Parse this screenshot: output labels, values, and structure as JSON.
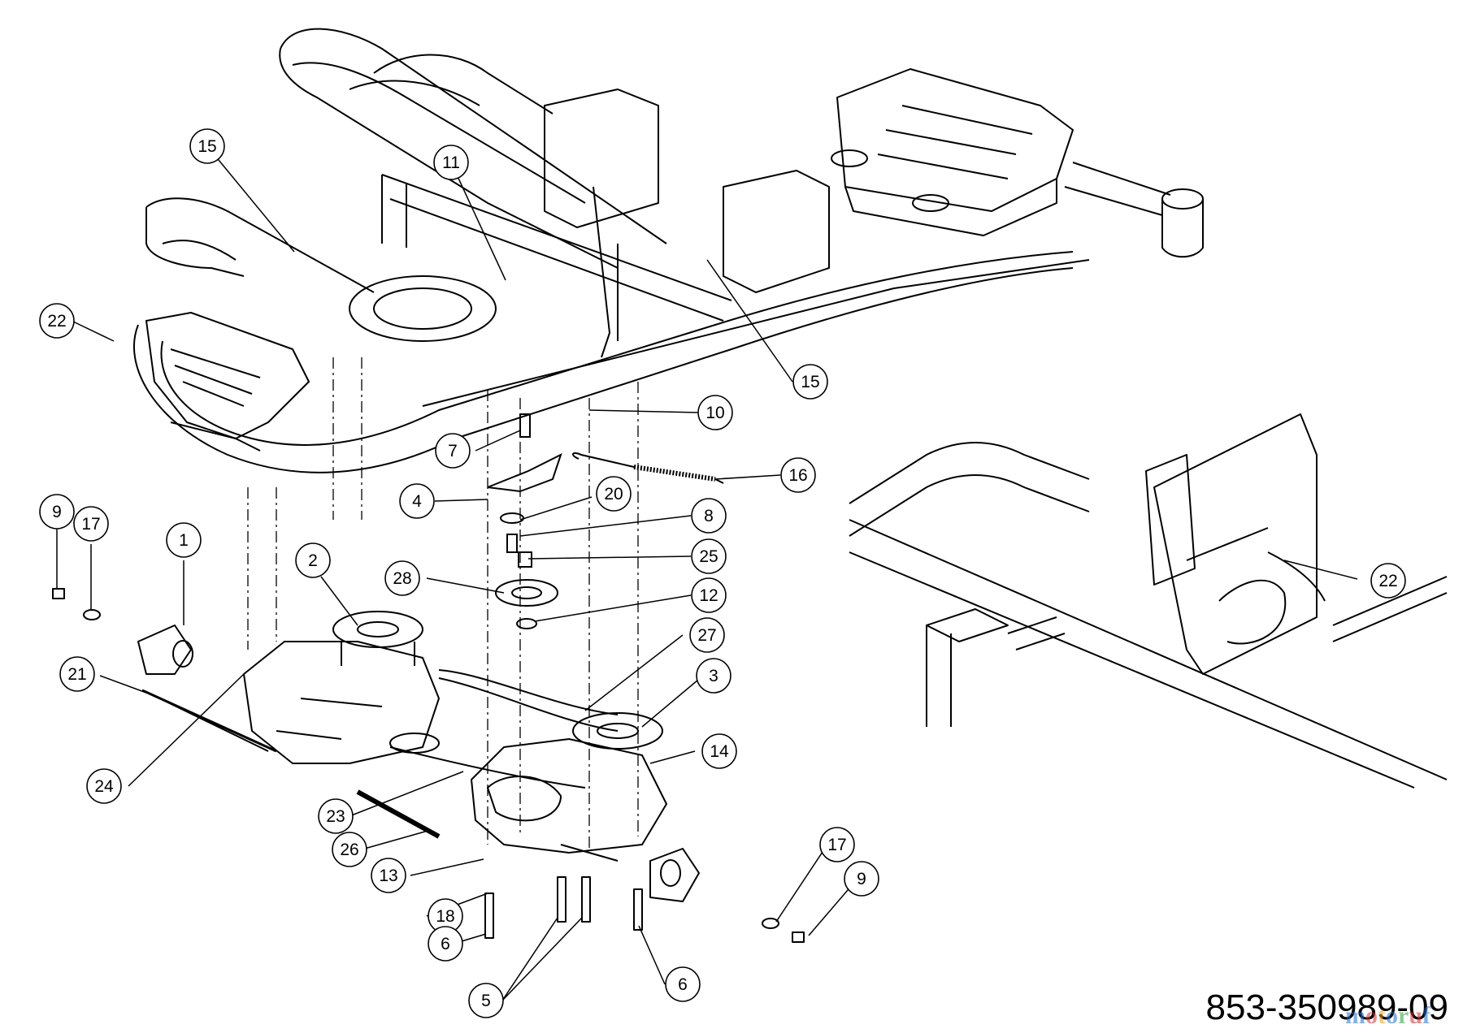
{
  "part_number": "853-350989-09",
  "watermark": "motoruf",
  "callouts": [
    {
      "label": "15"
    },
    {
      "label": "11"
    },
    {
      "label": "22"
    },
    {
      "label": "15"
    },
    {
      "label": "10"
    },
    {
      "label": "7"
    },
    {
      "label": "16"
    },
    {
      "label": "4"
    },
    {
      "label": "20"
    },
    {
      "label": "8"
    },
    {
      "label": "25"
    },
    {
      "label": "28"
    },
    {
      "label": "12"
    },
    {
      "label": "27"
    },
    {
      "label": "3"
    },
    {
      "label": "14"
    },
    {
      "label": "9"
    },
    {
      "label": "17"
    },
    {
      "label": "1"
    },
    {
      "label": "2"
    },
    {
      "label": "21"
    },
    {
      "label": "24"
    },
    {
      "label": "23"
    },
    {
      "label": "26"
    },
    {
      "label": "13"
    },
    {
      "label": "18"
    },
    {
      "label": "6"
    },
    {
      "label": "5"
    },
    {
      "label": "6"
    },
    {
      "label": "17"
    },
    {
      "label": "9"
    },
    {
      "label": "22"
    }
  ]
}
